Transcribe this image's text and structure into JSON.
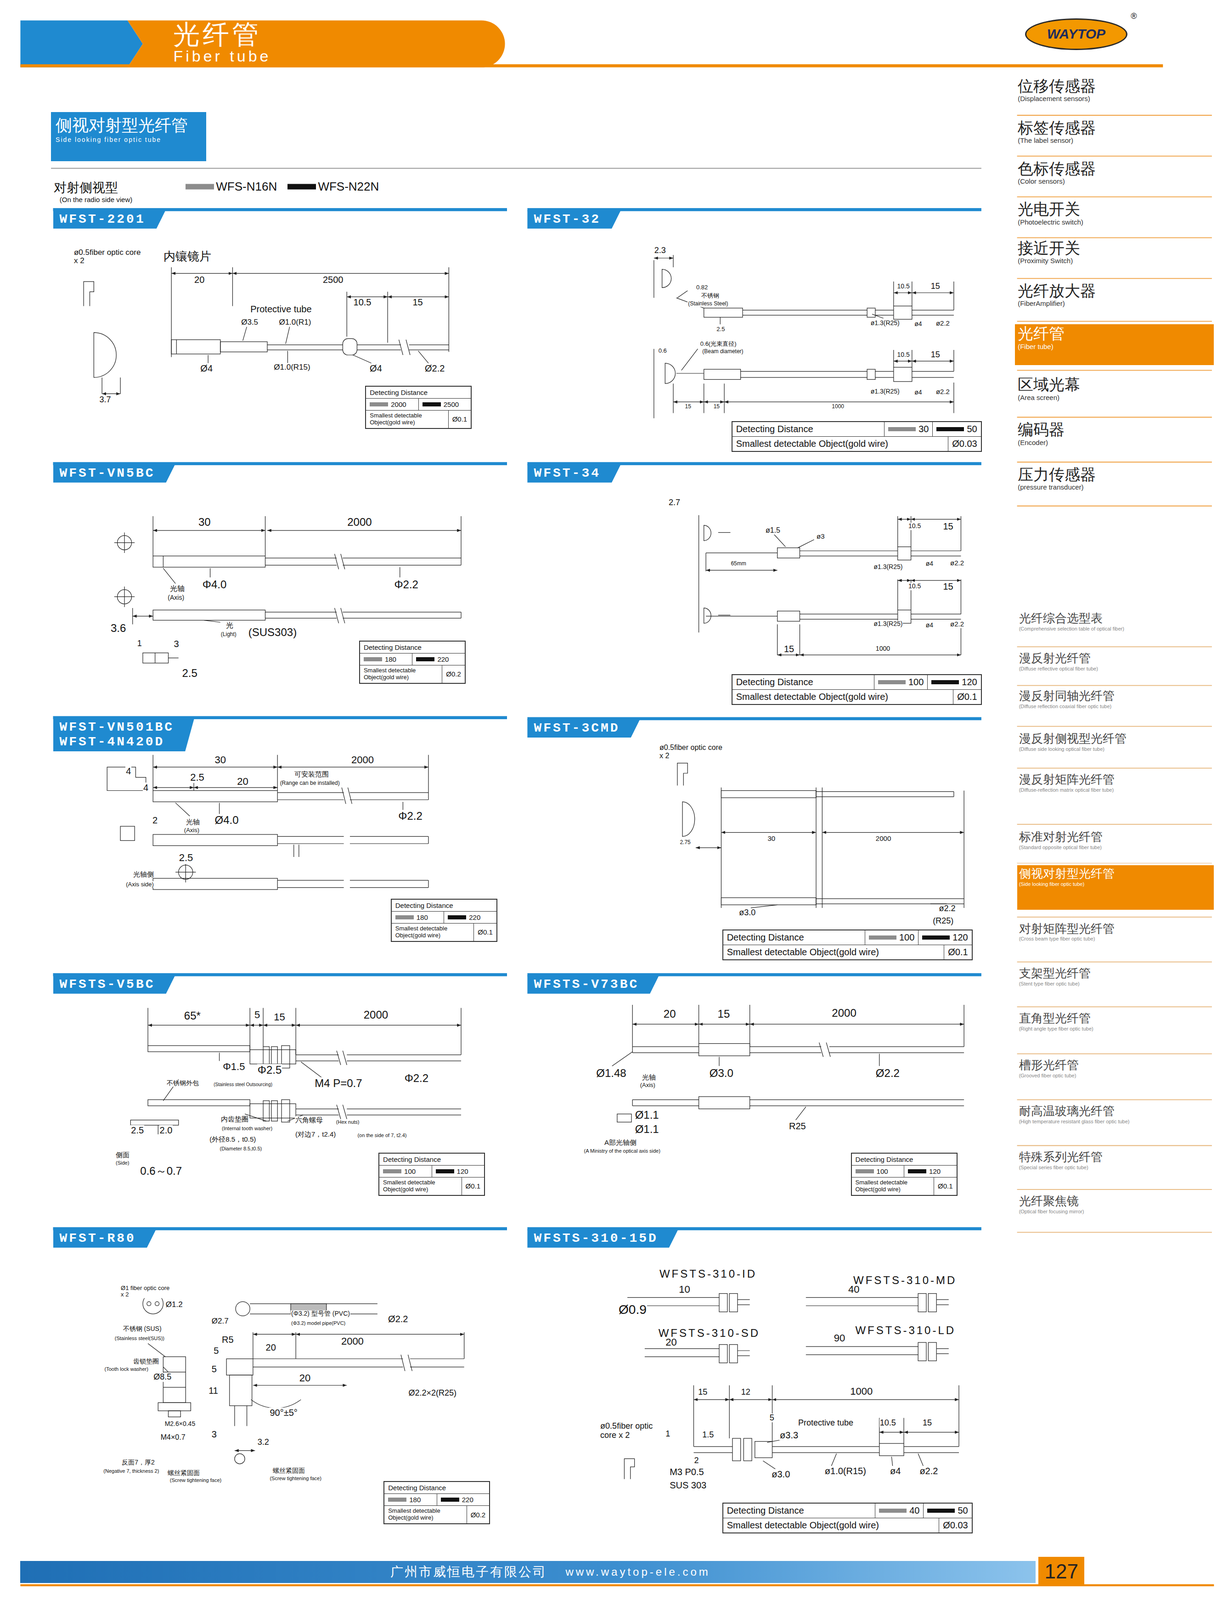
{
  "diagram": {
    "nodes": [
      {
        "text": [
          "光纤管",
          "Fiber tube"
        ]
      },
      {
        "text": [
          "WAYTOP"
        ]
      },
      {
        "text": [
          "位移传感器",
          "(Displacement sensors)"
        ]
      },
      {
        "text": [
          "标签传感器",
          "(The label sensor)"
        ]
      },
      {
        "text": [
          "色标传感器",
          "(Color sensors)"
        ]
      },
      {
        "text": [
          "光电开关",
          "(Photoelectric switch)"
        ]
      },
      {
        "text": [
          "接近开关",
          "(Proximity Switch)"
        ]
      },
      {
        "text": [
          "光纤放大器",
          "(FiberAmplifier)"
        ]
      },
      {
        "text": [
          "光纤管",
          "(Fiber tube)"
        ]
      },
      {
        "text": [
          "区域光幕",
          "(Area screen)"
        ]
      },
      {
        "text": [
          "编码器",
          "(Encoder)"
        ]
      },
      {
        "text": [
          "压力传感器",
          "(pressure transducer)"
        ]
      },
      {
        "text": [
          "侧视对射型光纤管",
          "Side looking fiber optic tube"
        ]
      },
      {
        "text": [
          "WFST-2201"
        ]
      },
      {
        "text": [
          "Detecting Distance",
          "2000",
          "2500",
          "Smallest detectable Object(gold wire)",
          "Ø0.1"
        ]
      },
      {
        "text": [
          "WFST-32"
        ]
      },
      {
        "text": [
          "Detecting Distance",
          "30",
          "50",
          "Smallest detectable Object(gold wire)",
          "Ø0.03"
        ]
      },
      {
        "text": [
          "WFST-VN5BC"
        ]
      },
      {
        "text": [
          "Detecting Distance",
          "180",
          "220",
          "Smallest detectable Object(gold wire)",
          "Ø0.2"
        ]
      },
      {
        "text": [
          "WFST-34"
        ]
      },
      {
        "text": [
          "Detecting Distance",
          "100",
          "120",
          "Smallest detectable Object(gold wire)",
          "Ø0.1"
        ]
      },
      {
        "text": [
          "WFST-VN501BC",
          "WFST-4N420D"
        ]
      },
      {
        "text": [
          "Detecting Distance",
          "180",
          "220",
          "Smallest detectable Object(gold wire)",
          "Ø0.1"
        ]
      },
      {
        "text": [
          "WFST-3CMD"
        ]
      },
      {
        "text": [
          "Detecting Distance",
          "100",
          "120",
          "Smallest detectable Object(gold wire)",
          "Ø0.1"
        ]
      },
      {
        "text": [
          "WFSTS-V5BC"
        ]
      },
      {
        "text": [
          "Detecting Distance",
          "100",
          "120",
          "Smallest detectable Object(gold wire)",
          "Ø0.1"
        ]
      },
      {
        "text": [
          "WFSTS-V73BC"
        ]
      },
      {
        "text": [
          "Detecting Distance",
          "100",
          "120",
          "Smallest detectable Object(gold wire)",
          "Ø0.1"
        ]
      },
      {
        "text": [
          "WFST-R80"
        ]
      },
      {
        "text": [
          "Detecting Distance",
          "180",
          "220",
          "Smallest detectable Object(gold wire)",
          "Ø0.2"
        ]
      },
      {
        "text": [
          "WFSTS-310-15D"
        ]
      },
      {
        "text": [
          "Detecting Distance",
          "40",
          "50",
          "Smallest detectable Object(gold wire)",
          "Ø0.03"
        ]
      },
      {
        "text": [
          "光纤综合选型表",
          "(Comprehensive selection table of optical fiber)"
        ]
      },
      {
        "text": [
          "漫反射光纤管",
          "(Diffuse reflective optical fiber tube)"
        ]
      },
      {
        "text": [
          "漫反射同轴光纤管",
          "(Diffuse reflection coaxial fiber optic tube)"
        ]
      },
      {
        "text": [
          "漫反射侧视型光纤管",
          "(Diffuse side looking optical fiber tube)"
        ]
      },
      {
        "text": [
          "漫反射矩阵光纤管",
          "(Diffuse-reflection matrix optical fiber tube)"
        ]
      },
      {
        "text": [
          "标准对射光纤管",
          "(Standard opposite optical fiber tube)"
        ]
      },
      {
        "text": [
          "侧视对射型光纤管",
          "(Side looking fiber optic tube)"
        ]
      },
      {
        "text": [
          "对射矩阵型光纤管",
          "(Cross beam type fiber optic tube)"
        ]
      },
      {
        "text": [
          "支架型光纤管",
          "(Stent type fiber optic tube)"
        ]
      },
      {
        "text": [
          "直角型光纤管",
          "(Right angle type fiber optic tube)"
        ]
      },
      {
        "text": [
          "槽形光纤管",
          "(Grooved fiber optic tube)"
        ]
      },
      {
        "text": [
          "耐高温玻璃光纤管",
          "(High temperature resistant glass fiber optic tube)"
        ]
      },
      {
        "text": [
          "特殊系列光纤管",
          "(Special series fiber optic tube)"
        ]
      },
      {
        "text": [
          "光纤聚焦镜",
          "(Optical fiber focusing mirror)"
        ]
      },
      {
        "text": [
          "广州市威恒电子有限公司",
          "www.waytop-ele.com"
        ]
      },
      {
        "text": [
          "127"
        ]
      }
    ],
    "labels": [
      "®",
      "对射侧视型",
      "(On the radio side view)",
      "ø0.5fiber optic core x 2",
      "内镶镜片",
      "20",
      "2500",
      "10.5",
      "15",
      "Protective tube",
      "Ø3.5",
      "Ø1.0(R1)",
      "Ø4",
      "Ø1.0(R15)",
      "Ø4",
      "Ø2.2",
      "3.7",
      "2.3",
      "0.82",
      "不锈钢",
      "(Stainless Steel)",
      "2.5",
      "10.5",
      "15",
      "ø1.3(R25)",
      "ø4",
      "ø2.2",
      "0.6(光束直径)",
      "(Beam diameter)",
      "0.6",
      "10.5",
      "15",
      "ø1.3(R25)",
      "ø4",
      "ø2.2",
      "15",
      "15",
      "1000",
      "30",
      "2000",
      "Φ4.0",
      "Φ2.2",
      "光轴",
      "(Axis)",
      "3.6",
      "光",
      "(Light)",
      "(SUS303)",
      "1",
      "3",
      "2.5",
      "2.7",
      "ø1.5",
      "ø3",
      "10.5",
      "15",
      "65mm",
      "ø1.3(R25)",
      "ø4",
      "ø2.2",
      "10.5",
      "15",
      "ø1.3(R25)",
      "ø4",
      "ø2.2",
      "15",
      "1000",
      "4",
      "4",
      "30",
      "2000",
      "2.5",
      "20",
      "可安装范围",
      "(Range can be installed)",
      "2",
      "光轴",
      "(Axis)",
      "Ø4.0",
      "Φ2.2",
      "2.5",
      "光轴侧",
      "(Axis side)",
      "ø0.5fiber optic core x 2",
      "2.75",
      "30",
      "2000",
      "ø3.0",
      "ø2.2",
      "(R25)",
      "65*",
      "5",
      "15",
      "2000",
      "Φ1.5",
      "Φ2.5",
      "Φ2.2",
      "M4 P=0.7",
      "不锈钢外包",
      "(Stainless steel Outsourcing)",
      "内齿垫圈",
      "(Internal tooth washer)",
      "(外径8.5，t0.5)",
      "(Diameter 8.5,t0.5)",
      "六角螺母",
      "(Hex nuts)",
      "(对边7，t2.4)",
      "(on the side of 7, t2.4)",
      "2.5",
      "2.0",
      "侧面",
      "(Side)",
      "0.6～0.7",
      "20",
      "15",
      "2000",
      "Ø1.48",
      "光轴",
      "(Axis)",
      "Ø3.0",
      "Ø2.2",
      "Ø1.1",
      "Ø1.1",
      "R25",
      "A部光轴侧",
      "(A Ministry of the optical axis side)",
      "Ø1 fiber optic core x 2",
      "Ø1.2",
      "Ø2.7",
      "(Φ3.2) 型号管 (PVC)",
      "(Φ3.2) model pipe(PVC)",
      "Ø2.2",
      "不锈钢 (SUS)",
      "(Stainless steel(SUS))",
      "R5",
      "20",
      "2000",
      "5",
      "齿锁垫圈",
      "(Tooth lock washer)",
      "Ø8.5",
      "5",
      "20",
      "11",
      "Ø2.2×2(R25)",
      "90°±5°",
      "M2.6×0.45",
      "M4×0.7",
      "3",
      "3.2",
      "反面7，厚2",
      "(Negative 7, thickness 2)",
      "螺丝紧固面",
      "(Screw tightening face)",
      "螺丝紧固面",
      "(Screw tightening face)",
      "WFSTS-310-ID",
      "WFSTS-310-MD",
      "10",
      "40",
      "Ø0.9",
      "WFSTS-310-SD",
      "WFSTS-310-LD",
      "90",
      "20",
      "15",
      "12",
      "1000",
      "5",
      "Protective tube",
      "10.5",
      "15",
      "ø0.5fiber optic core x 2",
      "ø3.3",
      "1",
      "1.5",
      "2",
      "M3 P0.5",
      "SUS 303",
      "ø3.0",
      "ø1.0(R15)",
      "ø4",
      "ø2.2"
    ],
    "legend": [
      {
        "text": "WFS-N16N",
        "color": "#8c8c8c"
      },
      {
        "text": "WFS-N22N",
        "color": "#111111"
      }
    ]
  }
}
